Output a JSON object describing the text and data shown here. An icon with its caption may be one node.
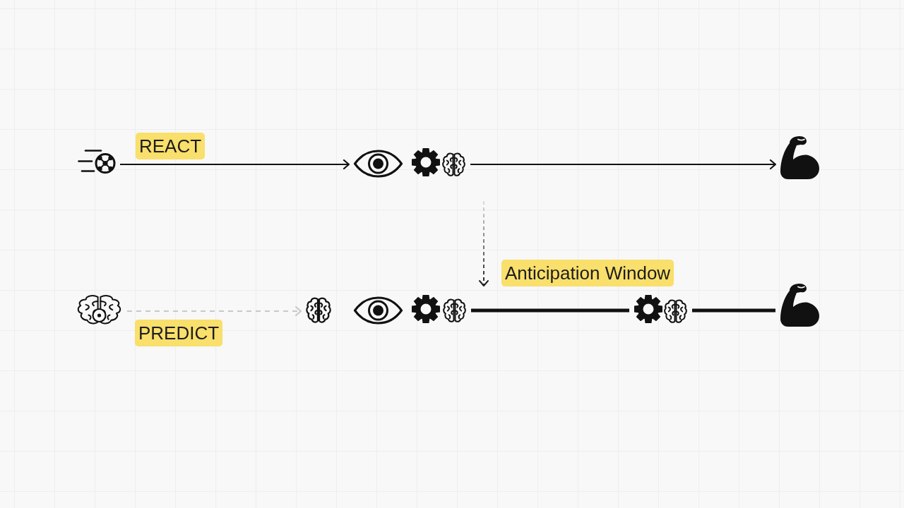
{
  "diagram": {
    "nodes": [
      {
        "text": [],
        "shape": "ball"
      },
      {
        "text": [],
        "shape": "eye"
      },
      {
        "text": [],
        "shape": "gear"
      },
      {
        "text": [],
        "shape": "brain"
      },
      {
        "text": [],
        "shape": "arm"
      },
      {
        "text": [],
        "shape": "brain"
      },
      {
        "text": [],
        "shape": "brain"
      },
      {
        "text": [],
        "shape": "eye"
      },
      {
        "text": [],
        "shape": "gear"
      },
      {
        "text": [],
        "shape": "brain"
      },
      {
        "text": [],
        "shape": "gear"
      },
      {
        "text": [],
        "shape": "brain"
      },
      {
        "text": [],
        "shape": "arm"
      }
    ],
    "edges": [
      {
        "from": 0,
        "to": 1,
        "arrow": "to",
        "label": "REACT"
      },
      {
        "from": 3,
        "to": 4,
        "arrow": "to"
      },
      {
        "from": 5,
        "to": 6,
        "arrow": "to",
        "label": "PREDICT",
        "style": "dashed",
        "color": "#c8c8c8"
      },
      {
        "from": 9,
        "to": 10,
        "arrow": "none",
        "label": "Anticipation Window",
        "style": "thick"
      },
      {
        "from": 11,
        "to": 12,
        "arrow": "none",
        "style": "thick"
      }
    ]
  }
}
